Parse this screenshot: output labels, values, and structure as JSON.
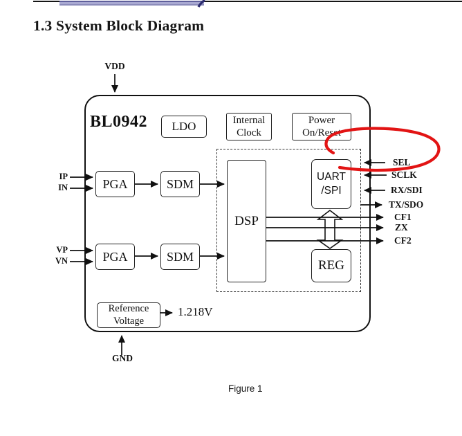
{
  "page": {
    "heading": "1.3 System Block Diagram",
    "figure_caption": "Figure 1"
  },
  "diagram": {
    "chip_name": "BL0942",
    "blocks": {
      "ldo": "LDO",
      "internal_clock": "Internal\nClock",
      "power_on_reset": "Power\nOn/Reset",
      "pga_current": "PGA",
      "sdm_current": "SDM",
      "pga_voltage": "PGA",
      "sdm_voltage": "SDM",
      "dsp": "DSP",
      "uart_spi": "UART\n/SPI",
      "reg": "REG",
      "reference_voltage": "Reference\nVoltage"
    },
    "pins": {
      "vdd": "VDD",
      "gnd": "GND",
      "ip": "IP",
      "in": "IN",
      "vp": "VP",
      "vn": "VN",
      "sel": "SEL",
      "sclk": "SCLK",
      "rx_sdi": "RX/SDI",
      "tx_sdo": "TX/SDO",
      "cf1": "CF1",
      "zx": "ZX",
      "cf2": "CF2"
    },
    "reference_output": "1.218V",
    "colors": {
      "line_black": "#111111",
      "annotation_red": "#E21414",
      "accent_bar_purple": "#9A9AC4"
    }
  }
}
